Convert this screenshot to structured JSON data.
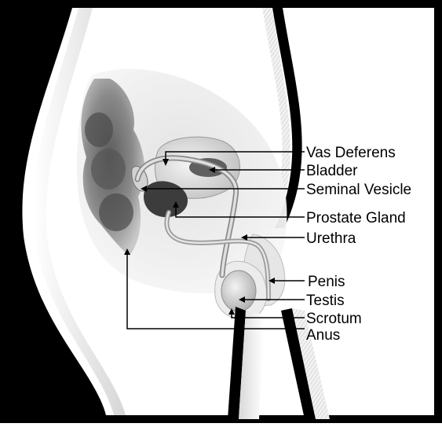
{
  "labels": {
    "vas_deferens": "Vas Deferens",
    "bladder": "Bladder",
    "seminal_vesicle": "Seminal Vesicle",
    "prostate_gland": "Prostate Gland",
    "urethra": "Urethra",
    "penis": "Penis",
    "testis": "Testis",
    "scrotum": "Scrotum",
    "anus": "Anus"
  },
  "colors": {
    "frame": "#000000",
    "background": "#ffffff",
    "tissue": "#e9e9e9",
    "organ_dark": "#6e6e6e",
    "leader": "#000000"
  }
}
